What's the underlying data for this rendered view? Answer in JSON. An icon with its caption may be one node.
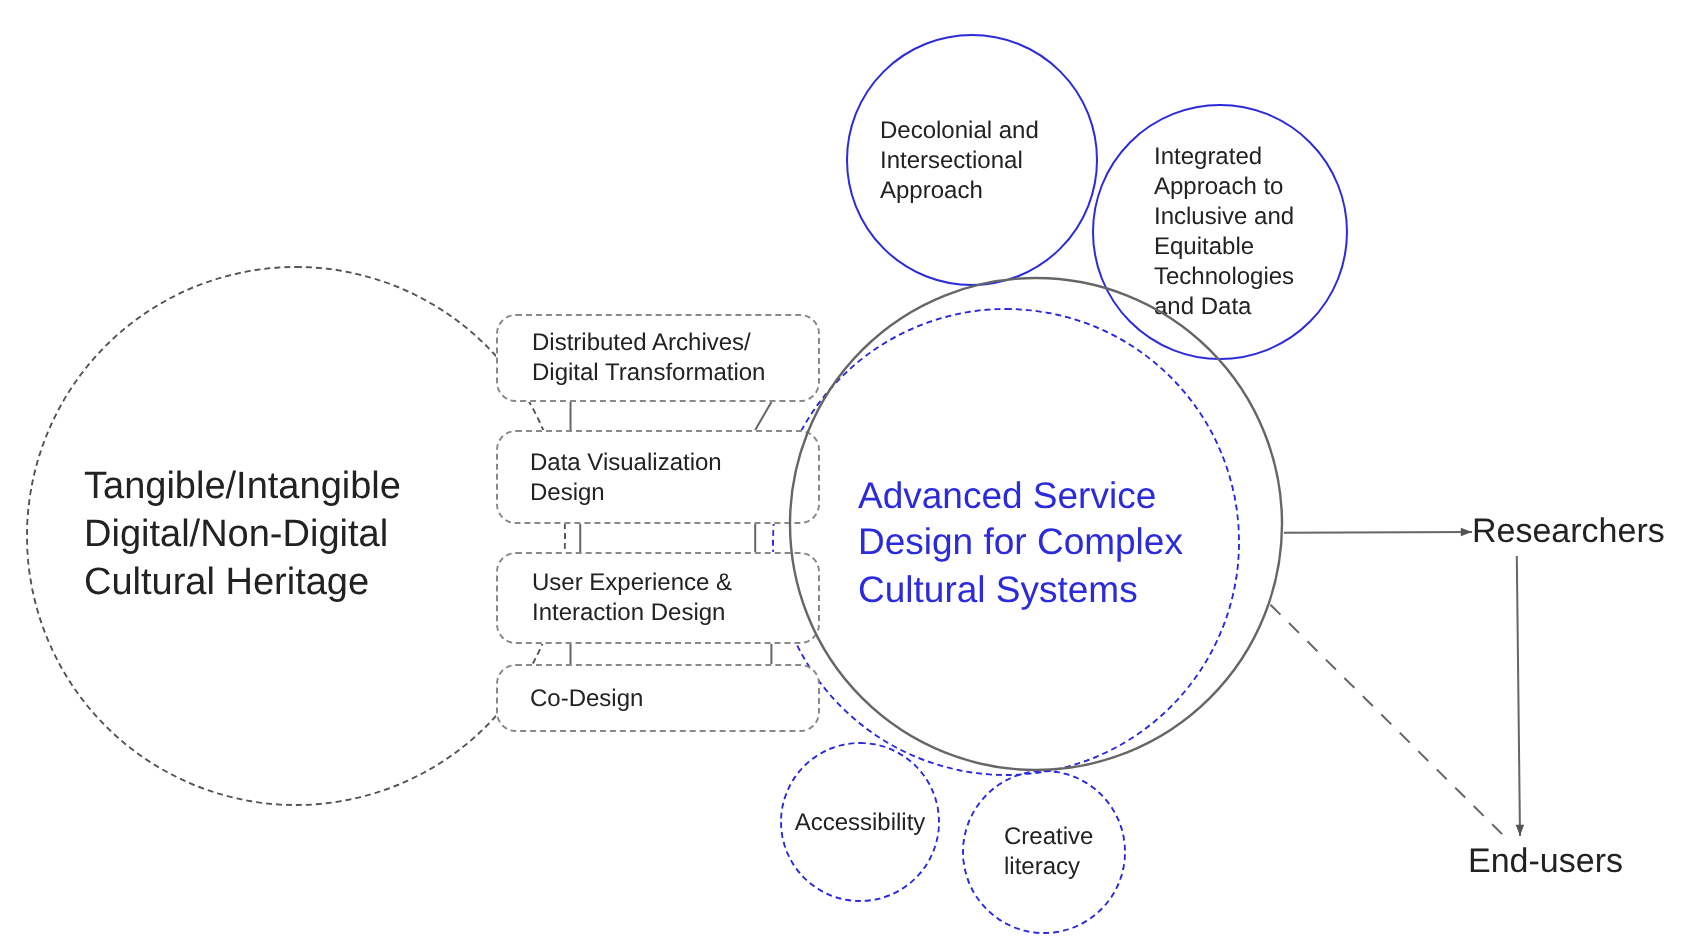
{
  "diagram": {
    "nodes": [
      {
        "text": [
          "Tangible/Intangible Digital/Non-Digital Cultural Heritage"
        ]
      },
      {
        "text": [
          "Distributed Archives/ Digital Transformation"
        ]
      },
      {
        "text": [
          "Data Visualization Design"
        ]
      },
      {
        "text": [
          "User Experience & Interaction Design"
        ]
      },
      {
        "text": [
          "Co-Design"
        ]
      },
      {
        "text": [],
        "shape": "circle"
      },
      {
        "text": [
          "Advanced Service Design for Complex Cultural Systems"
        ]
      },
      {
        "text": [
          "Decolonial and Intersectional Approach"
        ]
      },
      {
        "text": [
          "Integrated Approach to Inclusive and Equitable Technologies and Data"
        ]
      },
      {
        "text": [
          "Accessibility"
        ]
      },
      {
        "text": [
          "Creative literacy"
        ]
      },
      {
        "text": [
          "Researchers"
        ]
      },
      {
        "text": [
          "End-users"
        ]
      }
    ],
    "edges": [
      {
        "from": 5,
        "to": 11,
        "arrow": "to"
      },
      {
        "from": 11,
        "to": 12,
        "arrow": "to"
      },
      {
        "from": 5,
        "to": 12,
        "arrow": "none",
        "style": "dashed"
      },
      {
        "from": 1,
        "to": 2,
        "arrow": "none"
      },
      {
        "from": 1,
        "to": 2,
        "arrow": "none"
      },
      {
        "from": 2,
        "to": 3,
        "arrow": "none"
      },
      {
        "from": 2,
        "to": 3,
        "arrow": "none"
      },
      {
        "from": 3,
        "to": 4,
        "arrow": "none"
      },
      {
        "from": 3,
        "to": 4,
        "arrow": "none"
      }
    ]
  }
}
